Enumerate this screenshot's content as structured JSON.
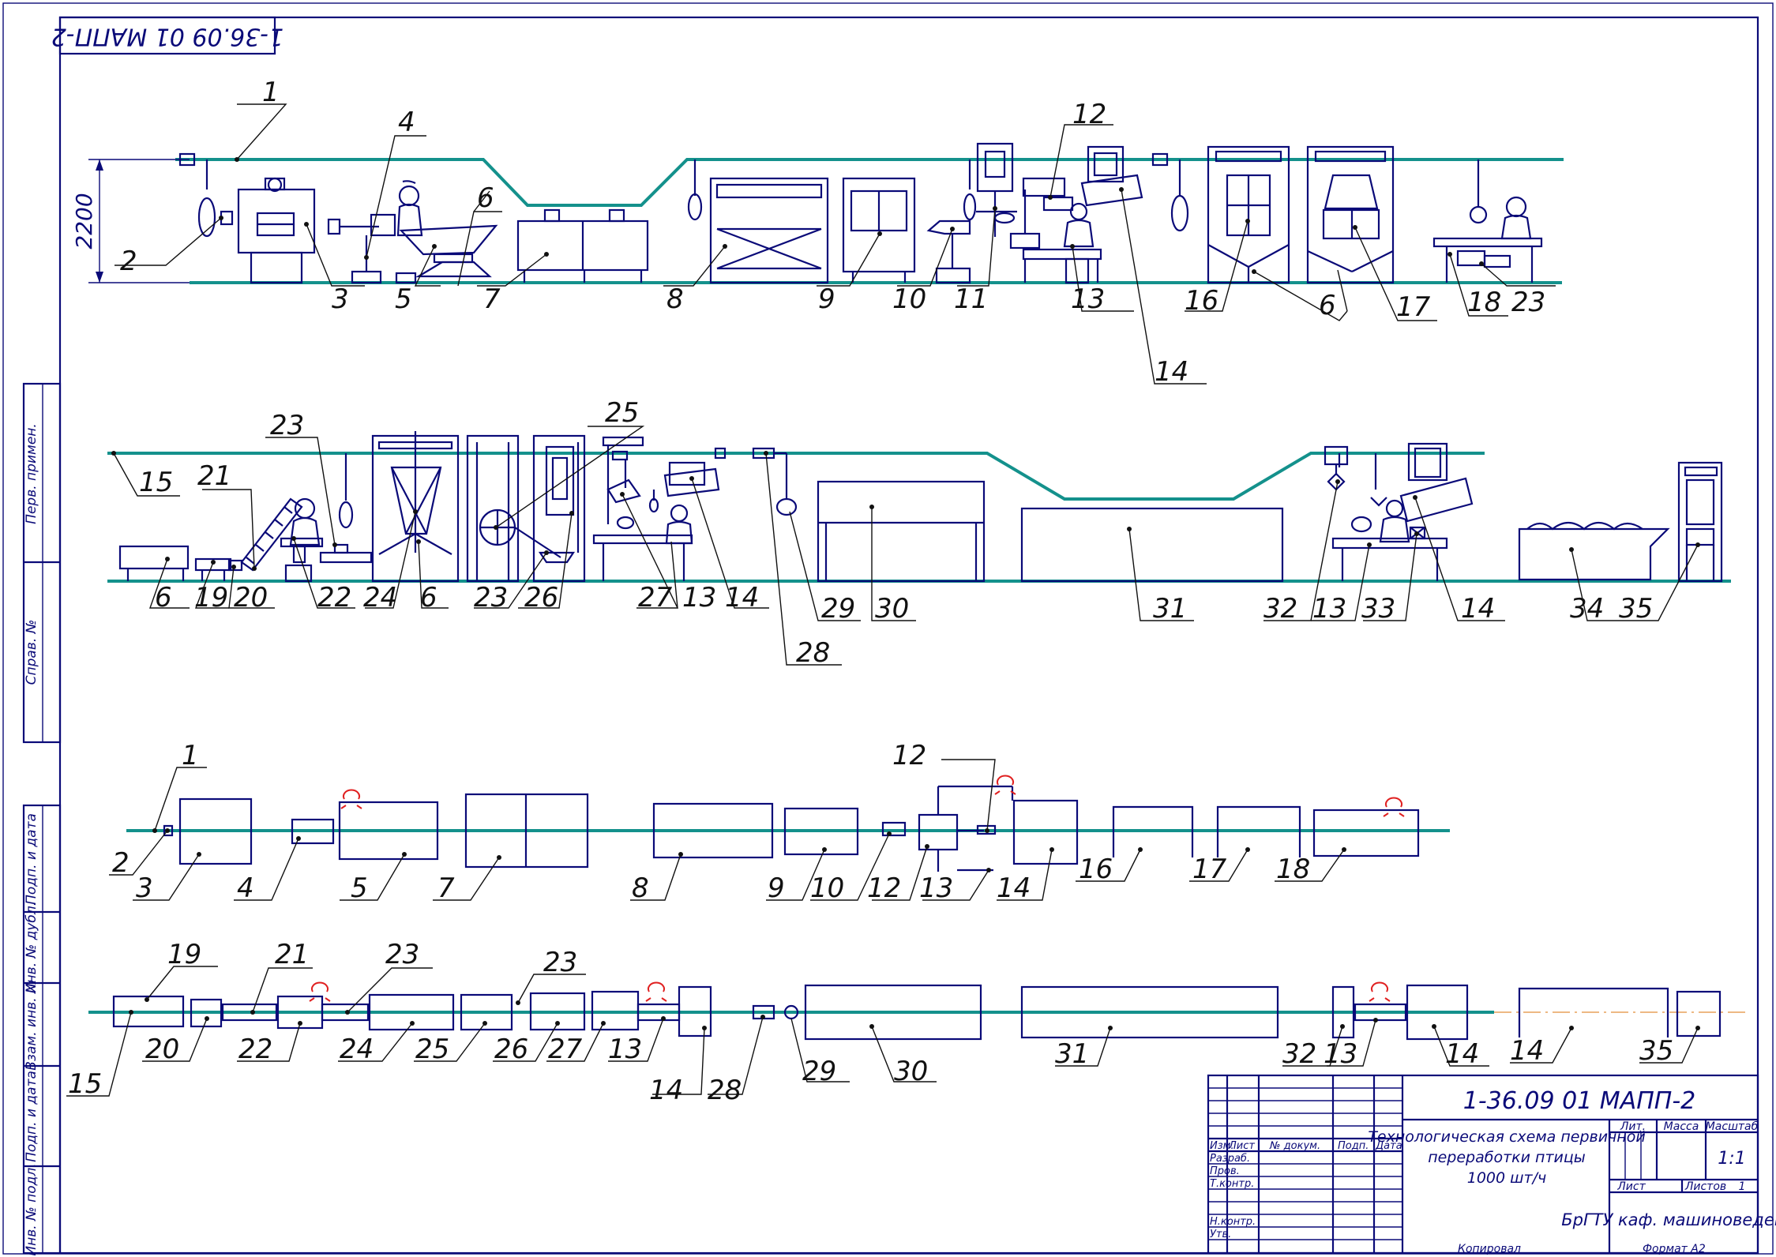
{
  "sheet": {
    "stamp_code": "1-36.09 01 МАПП-2",
    "title": "Технологическая схема первичной переработки птицы 1000 шт/ч",
    "title_lines": [
      "Технологическая схема первичной",
      "переработки птицы",
      "1000 шт/ч"
    ],
    "organization": "БрГТУ каф. машиноведения",
    "scale": "1:1",
    "sheet_no": "1",
    "copied_by": "Копировал",
    "format": "Формат   А2",
    "height_dimension": "2200"
  },
  "title_block_labels": {
    "izm": "Изм.",
    "list": "Лист",
    "doc_no": "№ докум.",
    "sign": "Подп.",
    "date": "Дата",
    "razrab": "Разраб.",
    "prov": "Пров.",
    "tkontr": "Т.контр.",
    "nkontr": "Н.контр.",
    "utv": "Утв.",
    "lit": "Лит.",
    "massa": "Масса",
    "masshtab": "Масштаб",
    "list_label": "Лист",
    "listov_label": "Листов"
  },
  "side_stamp": [
    "Перв. примен.",
    "Справ. №",
    "Подп. и дата",
    "Инв. № дубл.",
    "Взам. инв. №",
    "Подп. и дата",
    "Инв. № подл."
  ],
  "elevation_row1_labels": [
    "1",
    "2",
    "3",
    "4",
    "5",
    "6",
    "7",
    "8",
    "9",
    "10",
    "11",
    "12",
    "13",
    "14",
    "16",
    "6",
    "17",
    "18",
    "23"
  ],
  "elevation_row2_labels": [
    "15",
    "21",
    "23",
    "25",
    "6",
    "19",
    "20",
    "22",
    "24",
    "6",
    "23",
    "26",
    "27",
    "13",
    "14",
    "28",
    "29",
    "30",
    "31",
    "32",
    "13",
    "33",
    "14",
    "34",
    "35"
  ],
  "plan_row1_labels": [
    "1",
    "2",
    "3",
    "4",
    "5",
    "7",
    "8",
    "9",
    "10",
    "12",
    "12",
    "13",
    "14",
    "16",
    "17",
    "18"
  ],
  "plan_row2_labels": [
    "19",
    "21",
    "23",
    "23",
    "15",
    "20",
    "22",
    "24",
    "25",
    "26",
    "27",
    "13",
    "14",
    "28",
    "29",
    "30",
    "31",
    "32",
    "13",
    "14",
    "14",
    "35"
  ],
  "colors": {
    "line": "#0a0a78",
    "conveyor": "#14918c",
    "leader": "#111111",
    "mark": "#e02020"
  }
}
